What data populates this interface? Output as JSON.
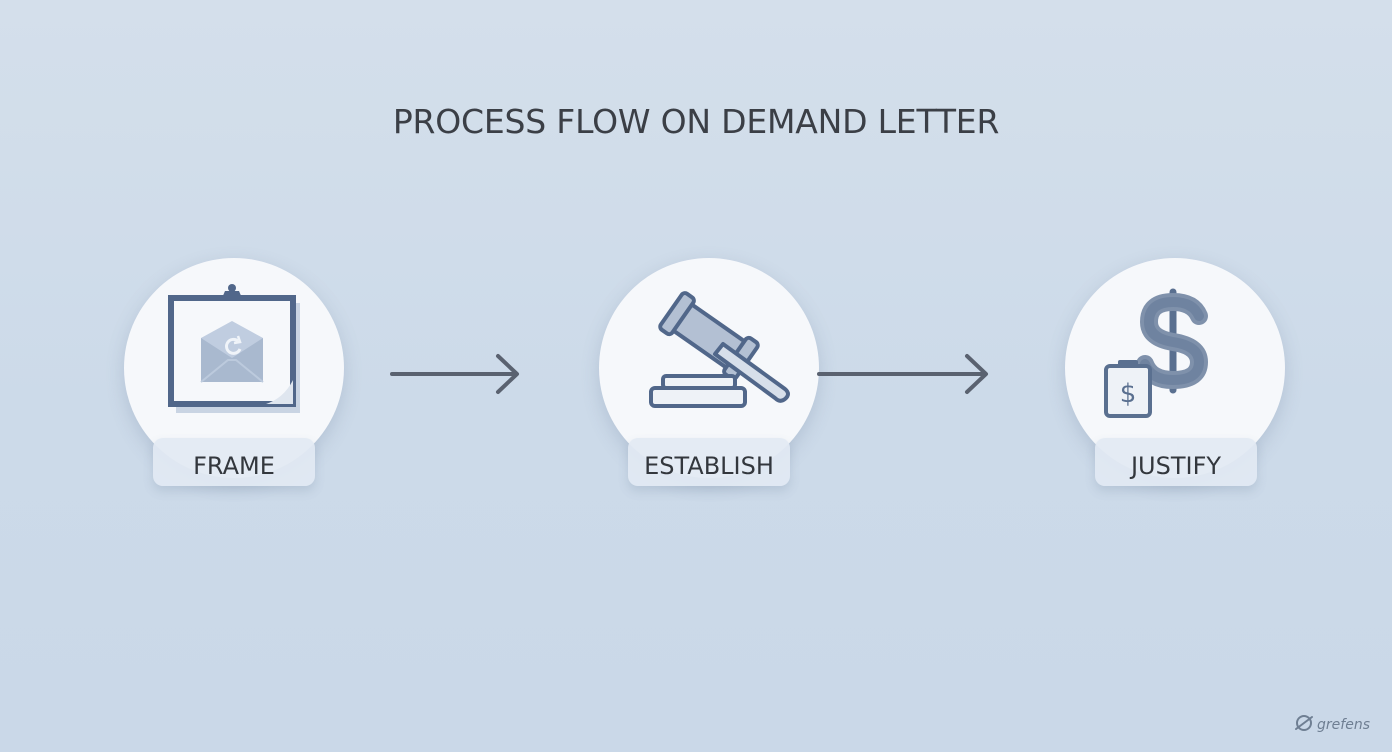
{
  "diagram": {
    "title": "PROCESS FLOW ON DEMAND LETTER",
    "steps": [
      {
        "label": "FRAME",
        "icon": "framed-envelope-icon"
      },
      {
        "label": "ESTABLISH",
        "icon": "gavel-icon"
      },
      {
        "label": "JUSTIFY",
        "icon": "dollar-sign-icon"
      }
    ],
    "connectors": [
      "arrow-right",
      "arrow-right"
    ],
    "watermark": "grefens",
    "colors": {
      "background": "#cfdbe9",
      "icon_stroke": "#51678a",
      "icon_fill": "#a9b9cf",
      "arrow": "#5a6270",
      "text": "#33373d"
    }
  }
}
